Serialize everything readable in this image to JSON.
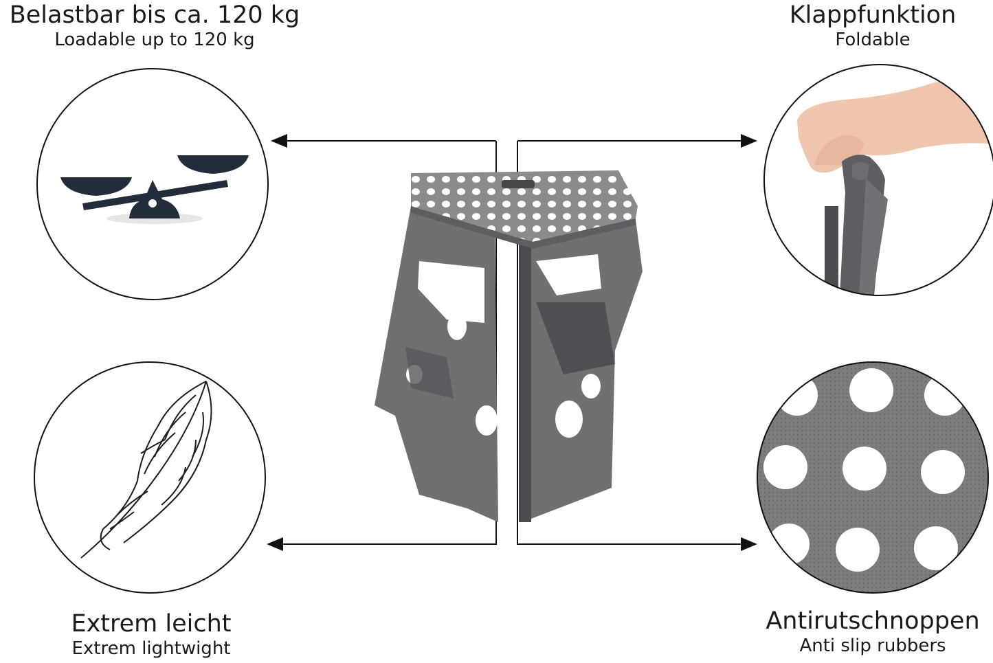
{
  "features": {
    "top_left": {
      "title": "Belastbar bis ca. 120 kg",
      "subtitle": "Loadable up to 120 kg",
      "icon": "balance-scale-icon"
    },
    "top_right": {
      "title": "Klappfunktion",
      "subtitle": "Foldable",
      "icon": "hand-folding-stool-photo"
    },
    "bottom_left": {
      "title": "Extrem leicht",
      "subtitle": "Extrem lightwight",
      "icon": "feather-icon"
    },
    "bottom_right": {
      "title": "Antirutschnoppen",
      "subtitle": "Anti slip rubbers",
      "icon": "anti-slip-dots-closeup"
    }
  },
  "colors": {
    "stool_gray": "#6f7072",
    "stool_dark": "#55575a",
    "dot_white": "#ffffff",
    "scale_navy": "#232c3a",
    "line": "#111111"
  }
}
